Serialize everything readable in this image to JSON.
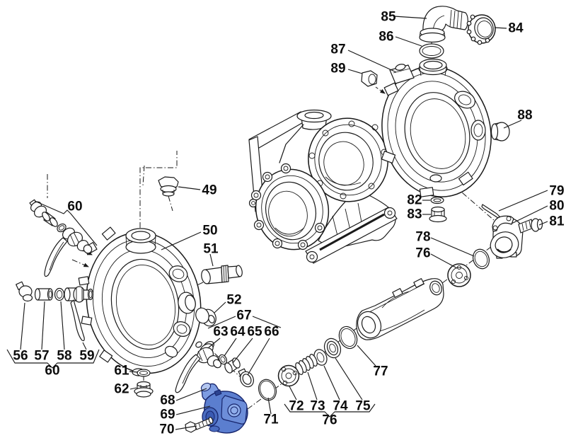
{
  "diagram": {
    "kind": "exploded-parts-diagram",
    "subject": "diaphragm pump assembly",
    "background_color": "#ffffff",
    "line_color": "#1a1a1a",
    "highlight": {
      "color": "#5b7ecf",
      "part_callout": "69"
    }
  },
  "callouts": [
    {
      "num": "85"
    },
    {
      "num": "86"
    },
    {
      "num": "84"
    },
    {
      "num": "87"
    },
    {
      "num": "89"
    },
    {
      "num": "88"
    },
    {
      "num": "82"
    },
    {
      "num": "83"
    },
    {
      "num": "79"
    },
    {
      "num": "80"
    },
    {
      "num": "81"
    },
    {
      "num": "78"
    },
    {
      "num": "76"
    },
    {
      "num": "49"
    },
    {
      "num": "50"
    },
    {
      "num": "51"
    },
    {
      "num": "52"
    },
    {
      "num": "60"
    },
    {
      "num": "56"
    },
    {
      "num": "57"
    },
    {
      "num": "58"
    },
    {
      "num": "59"
    },
    {
      "num": "60"
    },
    {
      "num": "61"
    },
    {
      "num": "62"
    },
    {
      "num": "67"
    },
    {
      "num": "63"
    },
    {
      "num": "64"
    },
    {
      "num": "65"
    },
    {
      "num": "66"
    },
    {
      "num": "68"
    },
    {
      "num": "69"
    },
    {
      "num": "70"
    },
    {
      "num": "71"
    },
    {
      "num": "72"
    },
    {
      "num": "73"
    },
    {
      "num": "74"
    },
    {
      "num": "75"
    },
    {
      "num": "76"
    },
    {
      "num": "77"
    }
  ]
}
